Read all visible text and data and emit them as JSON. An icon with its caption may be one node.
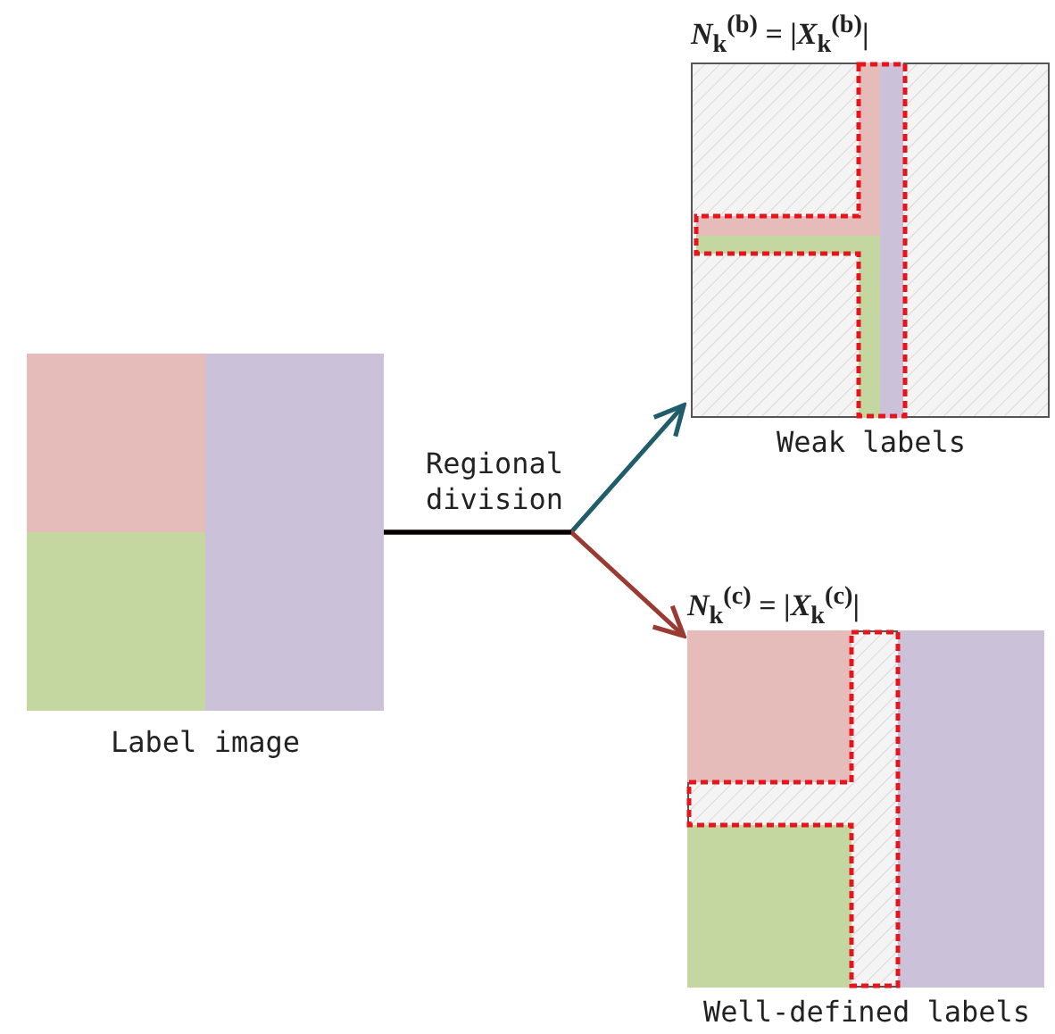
{
  "diagram": {
    "nodes": [
      {
        "text": [
          "Label image"
        ]
      },
      {
        "text": [
          "*N*$_{k}$$^{(b)}$ = |*X*$_{k}$$^{(b)}$|",
          "Weak labels"
        ]
      },
      {
        "text": [
          "*N*$_{k}$$^{(c)}$ = |*X*$_{k}$$^{(c)}$|",
          "Well-defined labels"
        ]
      }
    ],
    "edges": [
      {
        "from": 0,
        "to": 1,
        "arrow": "to",
        "label": "Regional division",
        "color": "#1f5d6b"
      },
      {
        "from": 0,
        "to": 2,
        "arrow": "to",
        "color": "#9b3a32"
      }
    ]
  }
}
